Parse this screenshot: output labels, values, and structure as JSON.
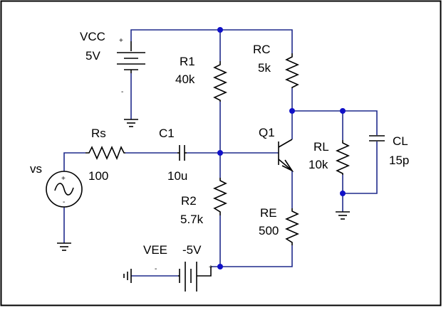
{
  "colors": {
    "wire": "#1f2a8c",
    "component": "#000000",
    "node": "#1010c8",
    "frame": "#000000"
  },
  "components": {
    "vcc": {
      "name": "VCC",
      "value": "5V",
      "plus": "+",
      "minus": "-"
    },
    "vee": {
      "name": "VEE",
      "value": "-5V",
      "plus": "+",
      "minus": "-"
    },
    "r1": {
      "name": "R1",
      "value": "40k"
    },
    "r2": {
      "name": "R2",
      "value": "5.7k"
    },
    "rc": {
      "name": "RC",
      "value": "5k"
    },
    "re": {
      "name": "RE",
      "value": "500"
    },
    "rs": {
      "name": "Rs",
      "value": "100"
    },
    "rl": {
      "name": "RL",
      "value": "10k"
    },
    "c1": {
      "name": "C1",
      "value": "10u"
    },
    "cl": {
      "name": "CL",
      "value": "15p"
    },
    "q1": {
      "name": "Q1"
    },
    "vs": {
      "name": "vs",
      "plus": "+",
      "minus": "-"
    }
  }
}
